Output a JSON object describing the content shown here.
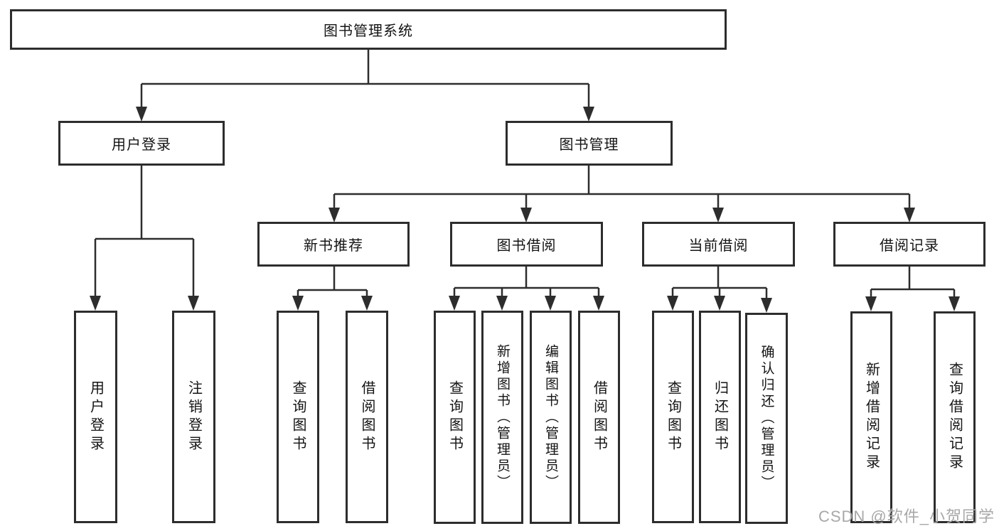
{
  "diagram": {
    "root": {
      "label": "图书管理系统"
    },
    "level2": {
      "user_login": {
        "label": "用户登录"
      },
      "book_management": {
        "label": "图书管理"
      }
    },
    "level3": {
      "new_book_recommend": {
        "label": "新书推荐"
      },
      "book_borrow": {
        "label": "图书借阅"
      },
      "current_borrow": {
        "label": "当前借阅"
      },
      "borrow_record": {
        "label": "借阅记录"
      }
    },
    "leaves": {
      "user_login": {
        "label": "用户登录"
      },
      "logout": {
        "label": "注销登录"
      },
      "recommend_query_book": {
        "label": "查询图书"
      },
      "recommend_borrow_book": {
        "label": "借阅图书"
      },
      "borrow_query_book": {
        "label": "查询图书"
      },
      "borrow_add_book": {
        "label": "新增图书（管理员）"
      },
      "borrow_edit_book": {
        "label": "编辑图书（管理员）"
      },
      "borrow_borrow_book": {
        "label": "借阅图书"
      },
      "current_query_book": {
        "label": "查询图书"
      },
      "current_return_book": {
        "label": "归还图书"
      },
      "current_confirm_return": {
        "label": "确认归还（管理员）"
      },
      "record_add": {
        "label": "新增借阅记录"
      },
      "record_query": {
        "label": "查询借阅记录"
      }
    }
  },
  "watermark": {
    "text": "CSDN @软件_小贺同学"
  },
  "colors": {
    "line": "#2d2d2d",
    "box_border": "#2d2d2d",
    "text": "#141414",
    "background": "#ffffff",
    "watermark": "#a8a8a8"
  }
}
